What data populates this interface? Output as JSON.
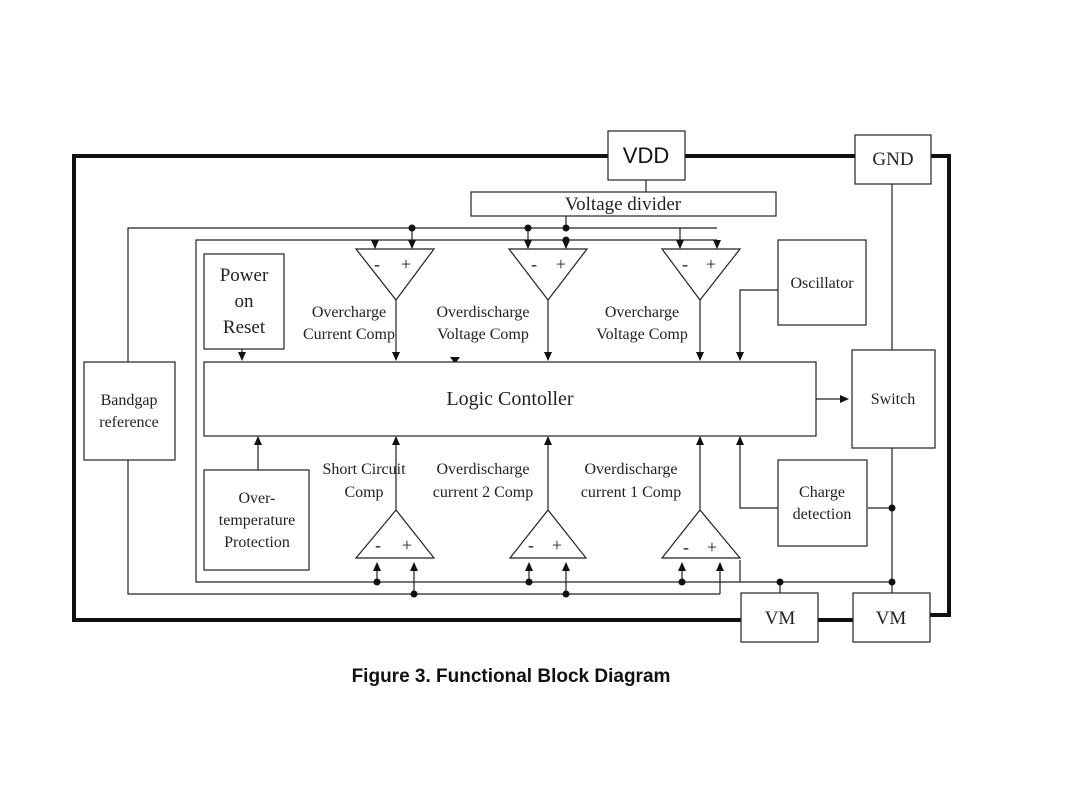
{
  "blocks": {
    "vdd": "VDD",
    "gnd": "GND",
    "voltage_divider": "Voltage divider",
    "oscillator": "Oscillator",
    "power_on_reset": [
      "Power",
      "on",
      "Reset"
    ],
    "bandgap": [
      "Bandgap",
      "reference"
    ],
    "logic": "Logic Contoller",
    "switch": "Switch",
    "over_temp": [
      "Over-",
      "temperature",
      "Protection"
    ],
    "charge_detection": [
      "Charge",
      "detection"
    ],
    "vm_left": "VM",
    "vm_right": "VM"
  },
  "comparators": {
    "top": [
      {
        "minus": "-",
        "plus": "+",
        "label": [
          "Overcharge",
          "Current Comp"
        ]
      },
      {
        "minus": "-",
        "plus": "+",
        "label": [
          "Overdischarge",
          "Voltage Comp"
        ]
      },
      {
        "minus": "-",
        "plus": "+",
        "label": [
          "Overcharge",
          "Voltage Comp"
        ]
      }
    ],
    "bottom": [
      {
        "minus": "-",
        "plus": "+",
        "label": [
          "Short Circuit",
          "Comp"
        ]
      },
      {
        "minus": "-",
        "plus": "+",
        "label": [
          "Overdischarge",
          "current 2 Comp"
        ]
      },
      {
        "minus": "-",
        "plus": "+",
        "label": [
          "Overdischarge",
          "current 1 Comp"
        ]
      }
    ]
  },
  "caption": "Figure 3. Functional Block Diagram"
}
